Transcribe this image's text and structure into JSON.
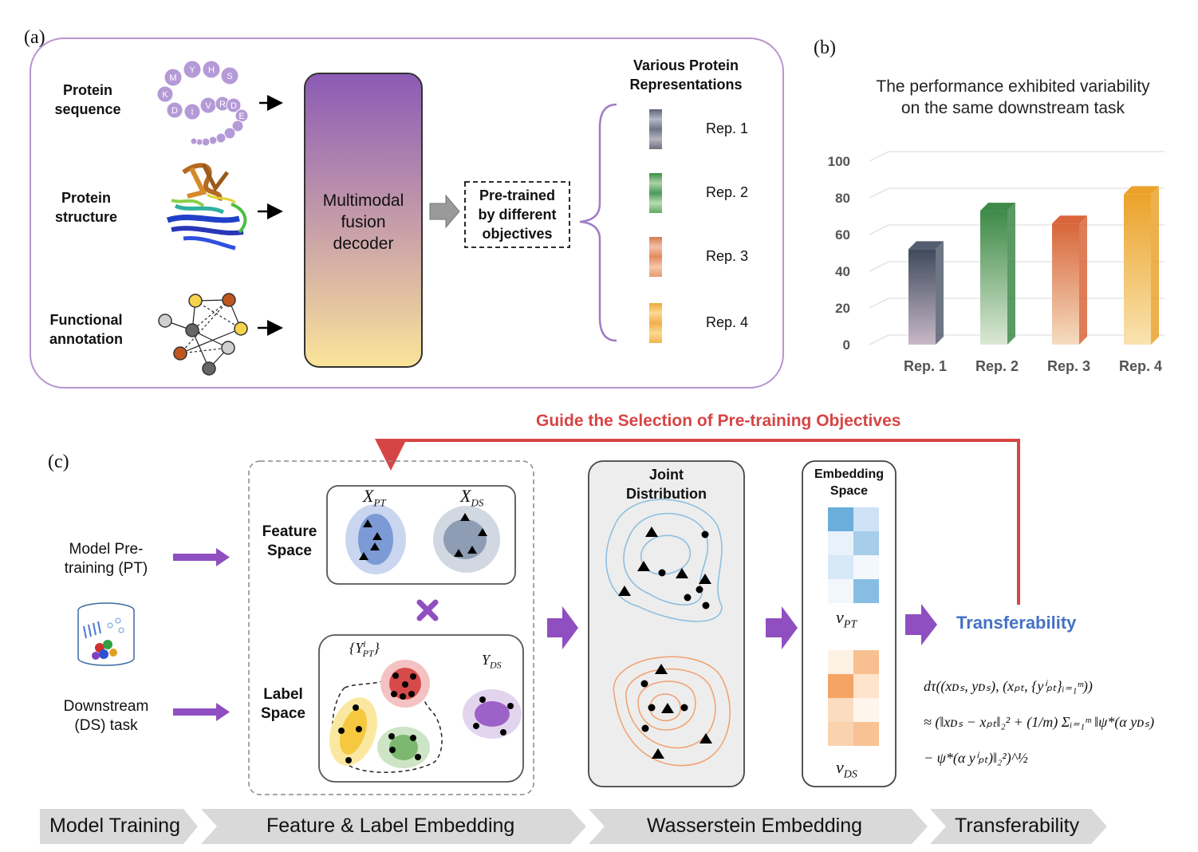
{
  "panels": {
    "a": "(a)",
    "b": "(b)",
    "c": "(c)"
  },
  "panel_a": {
    "inputs": [
      {
        "label": "Protein\nsequence"
      },
      {
        "label": "Protein\nstructure"
      },
      {
        "label": "Functional\nannotation"
      }
    ],
    "sequence_letters": [
      "M",
      "Y",
      "H",
      "S",
      "K",
      "V",
      "R",
      "D",
      "D",
      "I",
      "E"
    ],
    "decoder_label": "Multimodal\nfusion\ndecoder",
    "pretrain_label": "Pre-trained\nby different\nobjectives",
    "representations_title": "Various Protein\nRepresentations",
    "representations": [
      {
        "label": "Rep. 1",
        "color": "#5a6475"
      },
      {
        "label": "Rep. 2",
        "color": "#3f8a4a"
      },
      {
        "label": "Rep. 3",
        "color": "#d97a50"
      },
      {
        "label": "Rep. 4",
        "color": "#eea93a"
      }
    ]
  },
  "chart_data": {
    "type": "bar",
    "title": "The performance exhibited variability\non the same downstream task",
    "categories": [
      "Rep. 1",
      "Rep. 2",
      "Rep. 3",
      "Rep. 4"
    ],
    "values": [
      52,
      73,
      66,
      82
    ],
    "ylim": [
      0,
      100
    ],
    "yticks": [
      0,
      20,
      40,
      60,
      80,
      100
    ],
    "grid": true,
    "colors": [
      "#555e6e",
      "#3e8a48",
      "#d8663a",
      "#eba22a"
    ]
  },
  "panel_c": {
    "feedback_label": "Guide the Selection of Pre-training Objectives",
    "feedback_color": "#d64545",
    "left": {
      "pretrain": "Model Pre-\ntraining (PT)",
      "downstream": "Downstream\n(DS) task"
    },
    "feature_space_label": "Feature\nSpace",
    "label_space_label": "Label\nSpace",
    "feature_sets": {
      "pt": "X",
      "pt_sub": "PT",
      "ds": "X",
      "ds_sub": "DS"
    },
    "label_sets": {
      "pt": "{Y",
      "pt_sup": "i",
      "pt_sub": "PT",
      "pt_close": "}",
      "ds": "Y",
      "ds_sub": "DS"
    },
    "joint_label": "Joint\nDistribution",
    "embedding_label": "Embedding\nSpace",
    "v_pt": {
      "base": "v",
      "sub": "PT"
    },
    "v_ds": {
      "base": "v",
      "sub": "DS"
    },
    "transferability_label": "Transferability",
    "transferability_color": "#4472c4",
    "formula_lines": [
      "dτ((xᴅₛ, yᴅₛ), (xₚₜ, {yⁱₚₜ}ᵢ₌₁ᵐ))",
      "≈ (‖xᴅₛ − xₚₜ‖₂² + (1/m) Σᵢ₌₁ᵐ ‖ψ*(α yᴅₛ)",
      "− ψ*(α yⁱₚₜ)‖₂²)^½"
    ],
    "stages": [
      "Model Training",
      "Feature & Label Embedding",
      "Wasserstein Embedding",
      "Transferability"
    ]
  }
}
